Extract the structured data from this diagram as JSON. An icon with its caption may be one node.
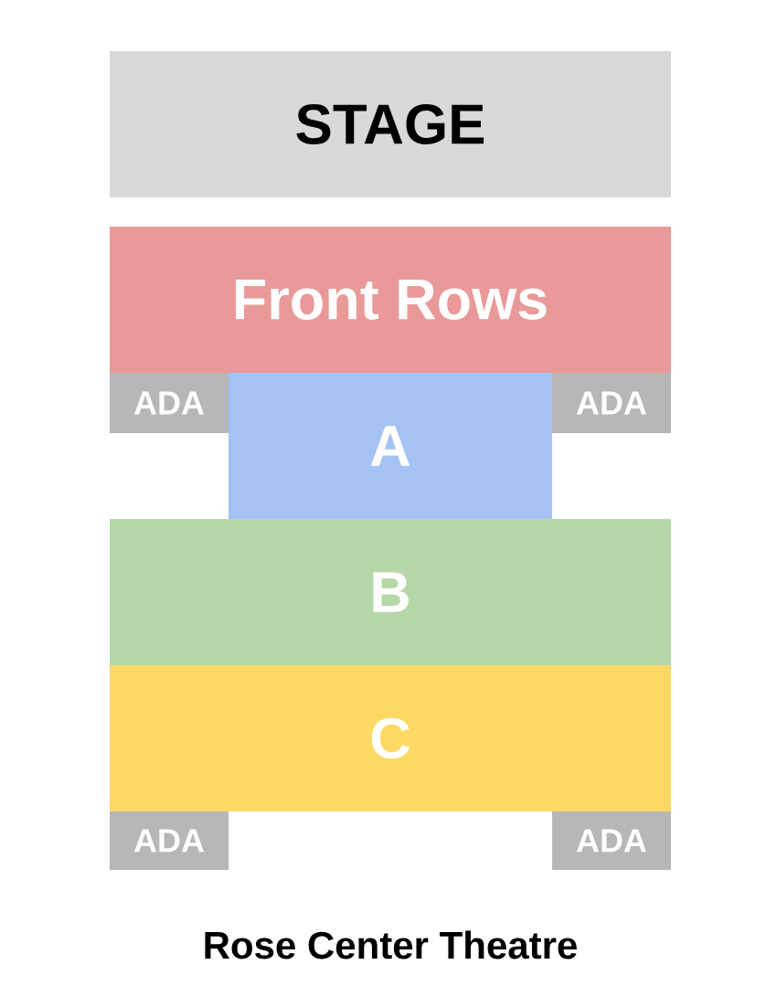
{
  "diagram": {
    "caption": "Rose Center Theatre",
    "nodes": [
      {
        "text": [
          "STAGE"
        ]
      },
      {
        "text": [
          "Front Rows"
        ]
      },
      {
        "text": [
          "ADA"
        ]
      },
      {
        "text": [
          "A"
        ]
      },
      {
        "text": [
          "ADA"
        ]
      },
      {
        "text": [
          "B"
        ]
      },
      {
        "text": [
          "C"
        ]
      },
      {
        "text": [
          "ADA"
        ]
      },
      {
        "text": [
          "ADA"
        ]
      }
    ]
  }
}
